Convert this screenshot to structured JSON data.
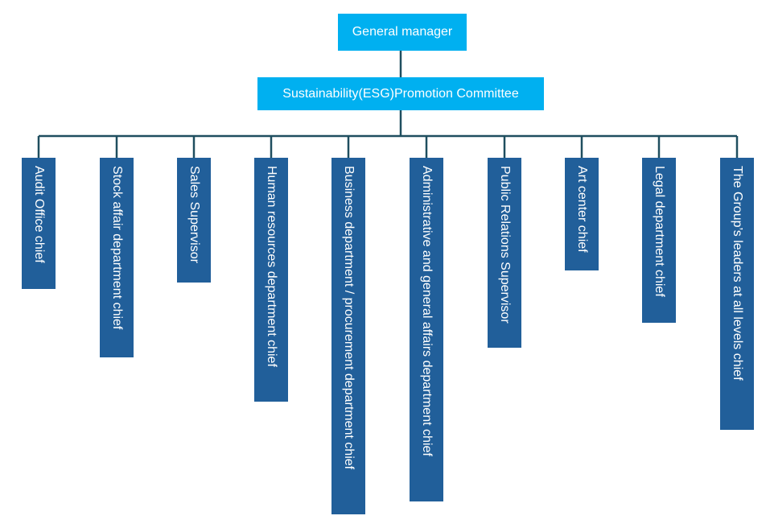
{
  "org_chart": {
    "top": {
      "label": "General manager"
    },
    "committee": {
      "label": "Sustainability(ESG)Promotion Committee"
    },
    "departments": [
      {
        "label": "Audit Office chief"
      },
      {
        "label": "Stock affair department chief"
      },
      {
        "label": "Sales Supervisor"
      },
      {
        "label": "Human resources department chief"
      },
      {
        "label": "Business department / procurement department chief"
      },
      {
        "label": "Administrative and general affairs department chief"
      },
      {
        "label": "Public Relations Supervisor"
      },
      {
        "label": "Art center chief"
      },
      {
        "label": "Legal department chief"
      },
      {
        "label": "The Group’s leaders at all levels chief"
      }
    ],
    "colors": {
      "top_fill": "#00b0f0",
      "department_fill": "#215f9a",
      "connector": "#1f4e5f",
      "text": "#ffffff"
    }
  }
}
